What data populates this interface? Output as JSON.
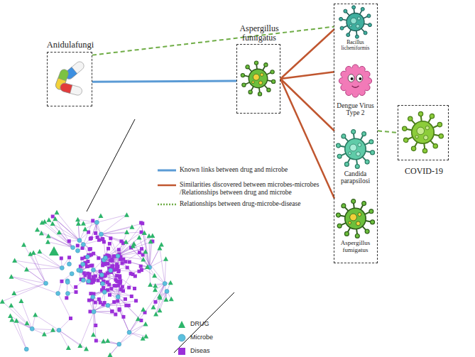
{
  "diagram": {
    "nodes": [
      {
        "text": [
          "Anidulafungi"
        ]
      },
      {
        "text": [
          "Aspergillus fumigatus"
        ]
      },
      {
        "text": []
      },
      {
        "text": [
          "Bacillus licheniformis"
        ],
        "in": 2
      },
      {
        "text": [
          "Dengue Virus Type 2"
        ],
        "in": 2
      },
      {
        "text": [
          "Candida parapsilosi"
        ],
        "in": 2
      },
      {
        "text": [
          "Aspergillus fumigatus"
        ],
        "in": 2
      },
      {
        "text": [
          "COVID-19"
        ]
      }
    ],
    "edges": [
      {
        "from": 0,
        "to": 1,
        "arrow": "none"
      },
      {
        "from": 0,
        "to": 3,
        "arrow": "none"
      },
      {
        "from": 1,
        "to": 3,
        "arrow": "none"
      },
      {
        "from": 1,
        "to": 4,
        "arrow": "none"
      },
      {
        "from": 1,
        "to": 5,
        "arrow": "none"
      },
      {
        "from": 1,
        "to": 6,
        "arrow": "none"
      },
      {
        "from": 2,
        "to": 7,
        "arrow": "none"
      }
    ],
    "legend": [
      {
        "text": "Known links between drug and microbe"
      },
      {
        "text": "Similarities discovered between microbes-microbes /Relationships between drug and microbe"
      },
      {
        "text": "Relationships between drug-microbe-disease"
      },
      {
        "text": "DRUG"
      },
      {
        "text": "Microbe"
      },
      {
        "text": "Diseas"
      }
    ]
  }
}
